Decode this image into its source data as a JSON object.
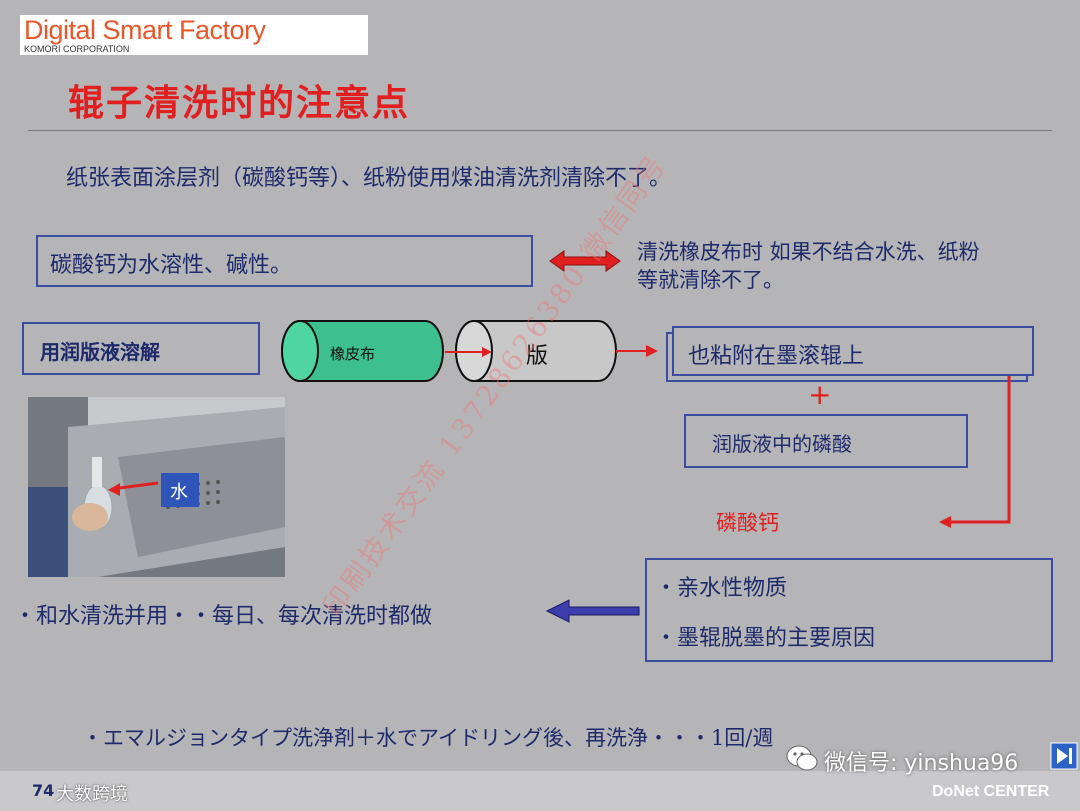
{
  "logo": {
    "title": "Digital Smart Factory",
    "subtitle": "KOMORI CORPORATION"
  },
  "title": "辊子清洗时的注意点",
  "intro": "纸张表面涂层剂（碳酸钙等）、纸粉使用煤油清洗剂清除不了。",
  "calcium_box": "碳酸钙为水溶性、碱性。",
  "blanket_note": [
    "清洗橡皮布时  如果不结合水洗、纸粉",
    "等就清除不了。"
  ],
  "dissolve_box": "用润版液溶解",
  "cyl_blanket": "橡皮布",
  "cyl_plate": "版",
  "ink_roller_box": "也粘附在墨滚辊上",
  "plus": "+",
  "fountain_box": "润版液中的磷酸",
  "calcium_phosphate": "磷酸钙",
  "photo_label": "水",
  "props": [
    "・亲水性物质",
    "・墨辊脱墨的主要原因"
  ],
  "combine_text": "・和水清洗并用・・每日、每次清洗时都做",
  "bottom_text": "・エマルジョンタイプ洗浄剤＋水でアイドリング後、再洗浄・・・1回/週",
  "watermark": "印刷技术交流 13728626380 微信同号",
  "wechat": "微信号: yinshua96",
  "page_num": "74",
  "source": "大数跨境",
  "footer_brand": "DoNet CENTER",
  "colors": {
    "background": "#b5b5b7",
    "title_red": "#e02020",
    "navy": "#1f2a6b",
    "box_border": "#3a4ba0",
    "blanket_green": "#3dbf8f",
    "plate_gray": "#c8c8c8"
  }
}
